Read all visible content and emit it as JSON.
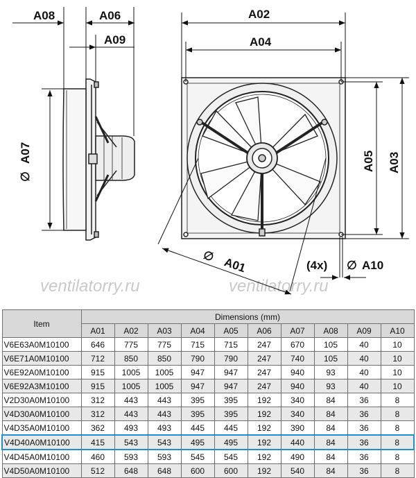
{
  "drawing": {
    "labels": {
      "a08": "A08",
      "a06": "A06",
      "a09": "A09",
      "a07": "A07",
      "a02": "A02",
      "a04": "A04",
      "a05": "A05",
      "a03": "A03",
      "a01": "A01",
      "a10": "A10",
      "hole_count": "(4x)",
      "diameter_symbol": "∅"
    },
    "watermark": "ventilatorry.ru"
  },
  "table": {
    "item_header": "Item",
    "group_header": "Dimensions (mm)",
    "columns": [
      "A01",
      "A02",
      "A03",
      "A04",
      "A05",
      "A06",
      "A07",
      "A08",
      "A09",
      "A10"
    ],
    "rows": [
      {
        "item": "V6E63A0M10100",
        "values": [
          "646",
          "775",
          "775",
          "715",
          "715",
          "247",
          "670",
          "105",
          "40",
          "10"
        ]
      },
      {
        "item": "V6E71A0M10100",
        "values": [
          "712",
          "850",
          "850",
          "790",
          "790",
          "247",
          "740",
          "105",
          "40",
          "10"
        ]
      },
      {
        "item": "V6E92A0M10100",
        "values": [
          "915",
          "1005",
          "1005",
          "947",
          "947",
          "247",
          "940",
          "93",
          "40",
          "10"
        ]
      },
      {
        "item": "V6E92A3M10100",
        "values": [
          "915",
          "1005",
          "1005",
          "947",
          "947",
          "247",
          "940",
          "93",
          "40",
          "10"
        ]
      },
      {
        "item": "V2D30A0M10100",
        "values": [
          "312",
          "443",
          "443",
          "395",
          "395",
          "192",
          "340",
          "84",
          "36",
          "8"
        ]
      },
      {
        "item": "V4D30A0M10100",
        "values": [
          "312",
          "443",
          "443",
          "395",
          "395",
          "192",
          "340",
          "84",
          "36",
          "8"
        ]
      },
      {
        "item": "V4D35A0M10100",
        "values": [
          "362",
          "493",
          "493",
          "445",
          "445",
          "192",
          "390",
          "84",
          "36",
          "8"
        ]
      },
      {
        "item": "V4D40A0M10100",
        "values": [
          "415",
          "543",
          "543",
          "495",
          "495",
          "192",
          "440",
          "84",
          "36",
          "8"
        ]
      },
      {
        "item": "V4D45A0M10100",
        "values": [
          "460",
          "593",
          "593",
          "545",
          "545",
          "192",
          "490",
          "84",
          "36",
          "8"
        ]
      },
      {
        "item": "V4D50A0M10100",
        "values": [
          "512",
          "648",
          "648",
          "600",
          "600",
          "192",
          "540",
          "84",
          "36",
          "8"
        ]
      }
    ],
    "highlighted_item": "V4D40A0M10100",
    "highlight_color": "#1f8fcf"
  }
}
